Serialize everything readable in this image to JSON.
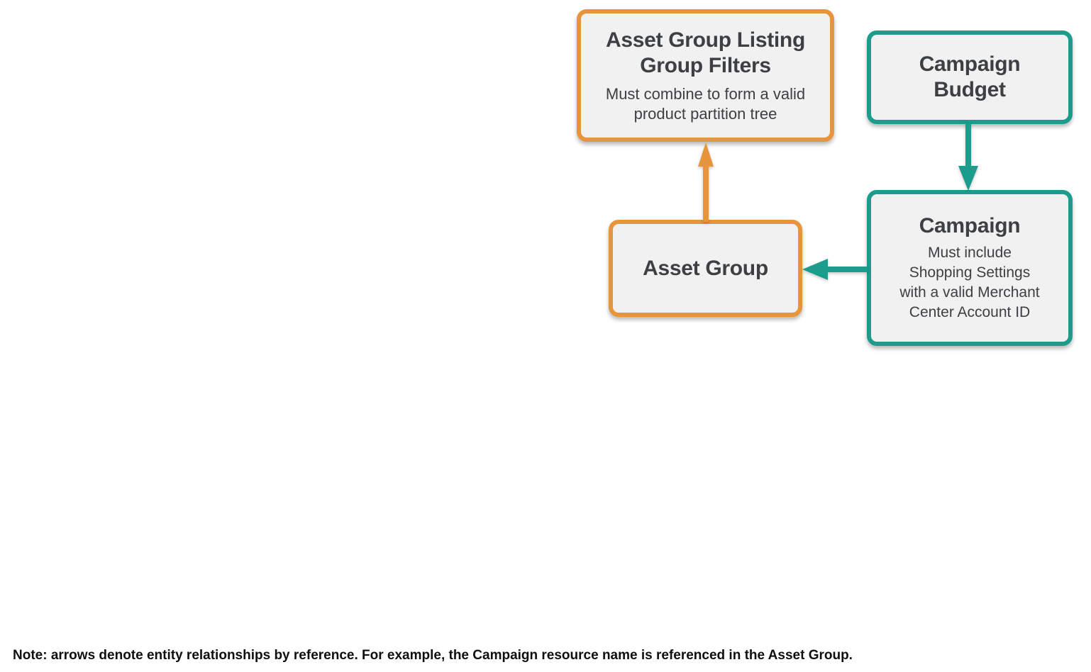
{
  "diagram": {
    "boxes": [
      {
        "id": "asset-group-listing-group-filters",
        "title": "Asset Group Listing\nGroup Filters",
        "subtitle": "Must combine to form a valid\nproduct partition tree",
        "border_color": "#E8943A"
      },
      {
        "id": "campaign-budget",
        "title": "Campaign\nBudget",
        "border_color": "#1C9C8C"
      },
      {
        "id": "asset-group",
        "title": "Asset Group",
        "border_color": "#E8943A"
      },
      {
        "id": "campaign",
        "title": "Campaign",
        "subtitle": "Must include\nShopping Settings\nwith a valid Merchant\nCenter Account ID",
        "border_color": "#1C9C8C"
      }
    ],
    "arrows": [
      {
        "from": "asset-group",
        "to": "asset-group-listing-group-filters",
        "direction": "up",
        "color": "#E8943A"
      },
      {
        "from": "campaign-budget",
        "to": "campaign",
        "direction": "down",
        "color": "#1C9C8C"
      },
      {
        "from": "campaign",
        "to": "asset-group",
        "direction": "left",
        "color": "#1C9C8C"
      }
    ],
    "note": "Note: arrows denote entity relationships by reference. For example, the Campaign resource name is referenced in the Asset Group."
  },
  "colors": {
    "orange": "#E8943A",
    "teal": "#1C9C8C",
    "box_fill": "#F1F1F2",
    "box_text": "#3C4043",
    "note_text": "#0F0F0F",
    "background": "#FFFFFF"
  }
}
